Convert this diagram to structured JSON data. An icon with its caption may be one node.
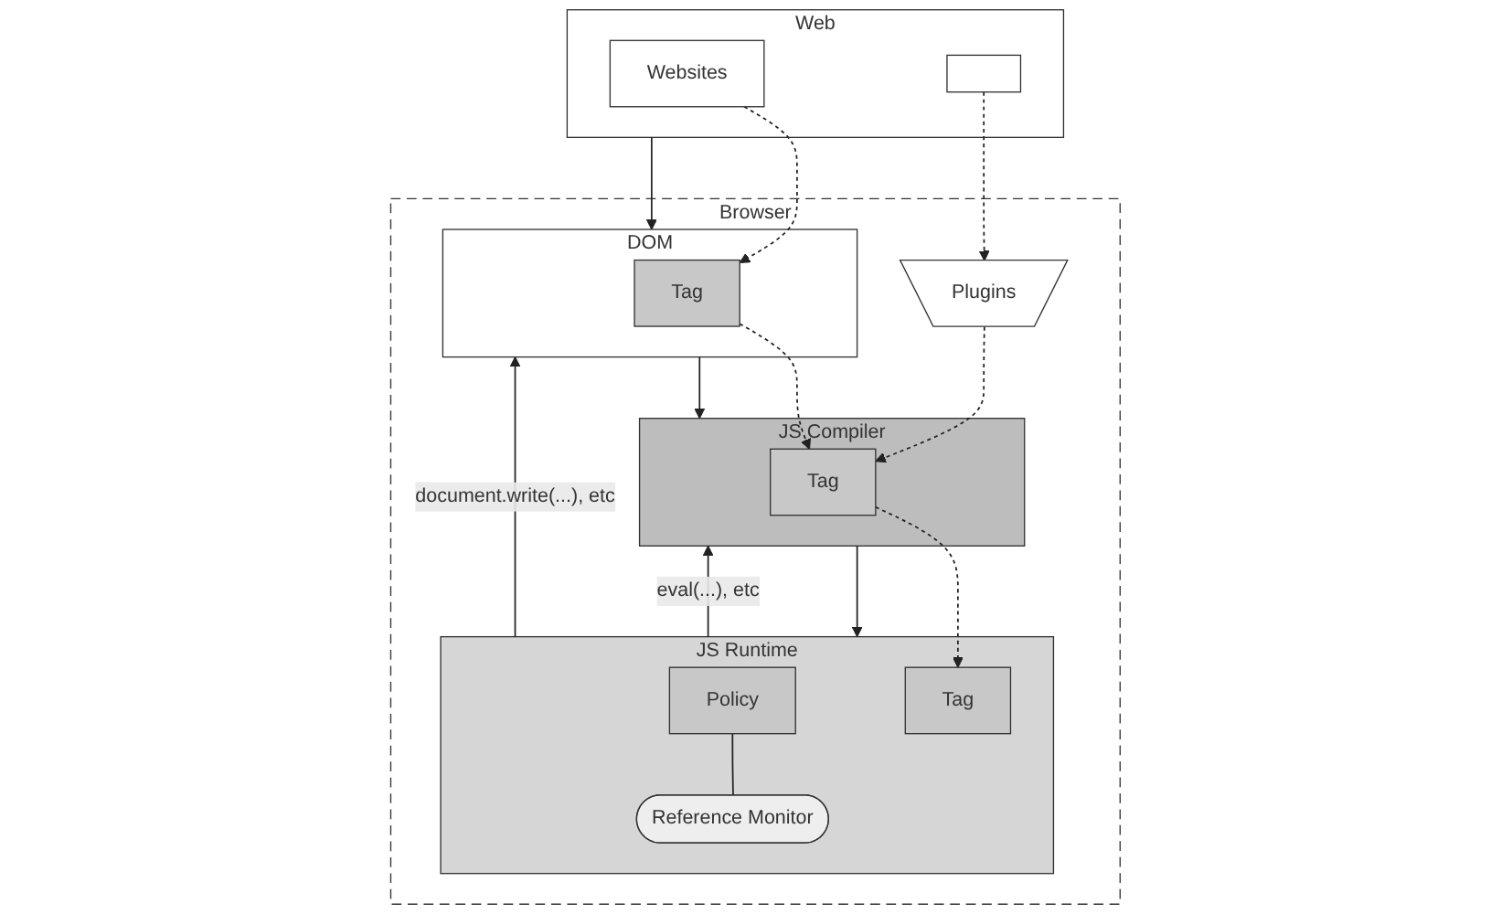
{
  "diagram": {
    "nodes": [
      {
        "text": [
          "Web"
        ]
      },
      {
        "text": [
          "Websites"
        ],
        "in": 0
      },
      {
        "text": [],
        "shape": "box",
        "in": 0
      },
      {
        "text": [
          "Browser"
        ]
      },
      {
        "text": [
          "Plugins"
        ],
        "in": 3
      },
      {
        "text": [
          "DOM"
        ],
        "in": 3
      },
      {
        "text": [
          "Tag"
        ],
        "in": 5
      },
      {
        "text": [
          "JS Compiler"
        ],
        "in": 3
      },
      {
        "text": [
          "Tag"
        ],
        "in": 7
      },
      {
        "text": [
          "JS Runtime"
        ],
        "in": 3
      },
      {
        "text": [
          "Policy"
        ],
        "in": 9
      },
      {
        "text": [
          "Reference Monitor"
        ],
        "in": 9
      },
      {
        "text": [
          "Tag"
        ],
        "in": 9
      }
    ],
    "edges": [
      {
        "from": 1,
        "to": 6,
        "arrow": "to",
        "style": "dashed"
      },
      {
        "from": 2,
        "to": 4,
        "arrow": "to",
        "style": "dashed"
      },
      {
        "from": 0,
        "to": 5,
        "arrow": "to"
      },
      {
        "from": 4,
        "to": 8,
        "arrow": "to",
        "style": "dashed"
      },
      {
        "from": 6,
        "to": 8,
        "arrow": "to",
        "style": "dashed"
      },
      {
        "from": 8,
        "to": 12,
        "arrow": "to",
        "style": "dashed"
      },
      {
        "from": 5,
        "to": 7,
        "arrow": "to"
      },
      {
        "from": 7,
        "to": 9,
        "arrow": "to"
      },
      {
        "from": 9,
        "to": 7,
        "arrow": "to",
        "label": "eval(...), etc"
      },
      {
        "from": 9,
        "to": 5,
        "arrow": "to",
        "label": "document.write(...), etc"
      },
      {
        "from": 10,
        "to": 11,
        "arrow": "none"
      }
    ]
  }
}
